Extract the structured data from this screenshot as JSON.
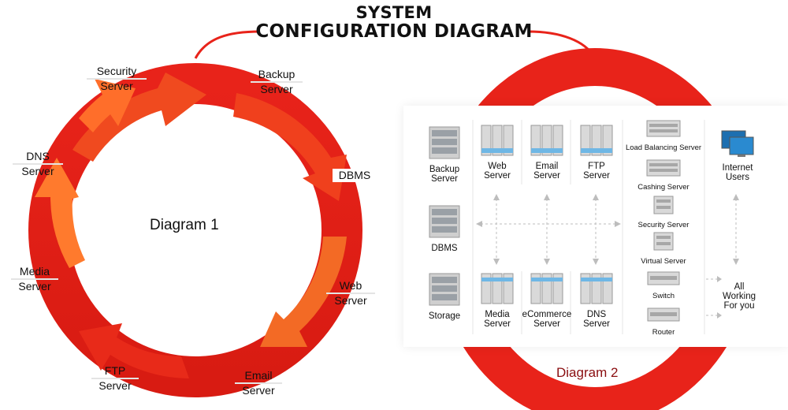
{
  "title": {
    "line1": "SYSTEM",
    "line2": "CONFIGURATION DIAGRAM"
  },
  "diagram1": {
    "center_label": "Diagram 1",
    "labels": [
      {
        "line1": "Security",
        "line2": "Server"
      },
      {
        "line1": "Backup",
        "line2": "Server"
      },
      {
        "line1": "DNS",
        "line2": "Server"
      },
      {
        "line1": "DBMS",
        "line2": ""
      },
      {
        "line1": "Media",
        "line2": "Server"
      },
      {
        "line1": "Web",
        "line2": "Server"
      },
      {
        "line1": "FTP",
        "line2": "Server"
      },
      {
        "line1": "Email",
        "line2": "Server"
      }
    ]
  },
  "diagram2": {
    "caption": "Diagram 2",
    "col1": [
      {
        "line1": "Backup",
        "line2": "Server"
      },
      {
        "line1": "DBMS",
        "line2": ""
      },
      {
        "line1": "Storage",
        "line2": ""
      }
    ],
    "top_row": [
      {
        "line1": "Web",
        "line2": "Server"
      },
      {
        "line1": "Email",
        "line2": "Server"
      },
      {
        "line1": "FTP",
        "line2": "Server"
      }
    ],
    "bottom_row": [
      {
        "line1": "Media",
        "line2": "Server"
      },
      {
        "line1": "eCommerce",
        "line2": "Server"
      },
      {
        "line1": "DNS",
        "line2": "Server"
      }
    ],
    "network": [
      "Load Balancing Server",
      "Cashing Server",
      "Security Server",
      "Virtual Server",
      "Switch",
      "Router"
    ],
    "users": {
      "line1": "Internet",
      "line2": "Users"
    },
    "result": {
      "line1": "All",
      "line2": "Working",
      "line3": "For you"
    }
  },
  "colors": {
    "accent": "#e8231a",
    "orange": "#f26b23",
    "dark_red": "#8a0e10"
  }
}
